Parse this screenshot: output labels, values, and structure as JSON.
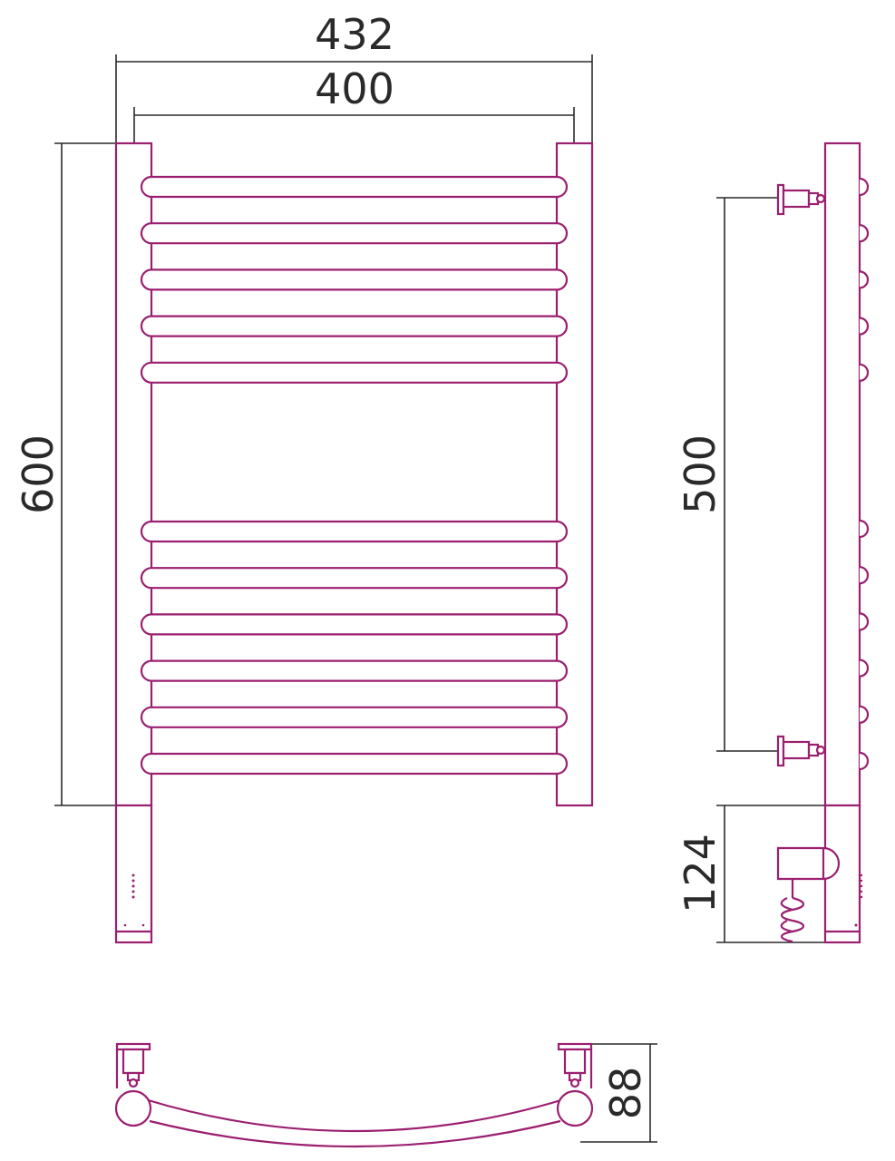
{
  "dimensions": {
    "overall_width": "432",
    "axis_width": "400",
    "height": "600",
    "connection_distance": "500",
    "bottom_offset": "124",
    "depth": "88"
  },
  "colors": {
    "product_outline": "#9b1f6f",
    "dimension_lines": "#2a2a2a",
    "background": "#ffffff"
  },
  "front_view": {
    "rungs_top_group": 5,
    "rungs_bottom_group": 6
  },
  "side_view": {
    "knobs_top_group": 5,
    "knobs_bottom_group": 6
  }
}
